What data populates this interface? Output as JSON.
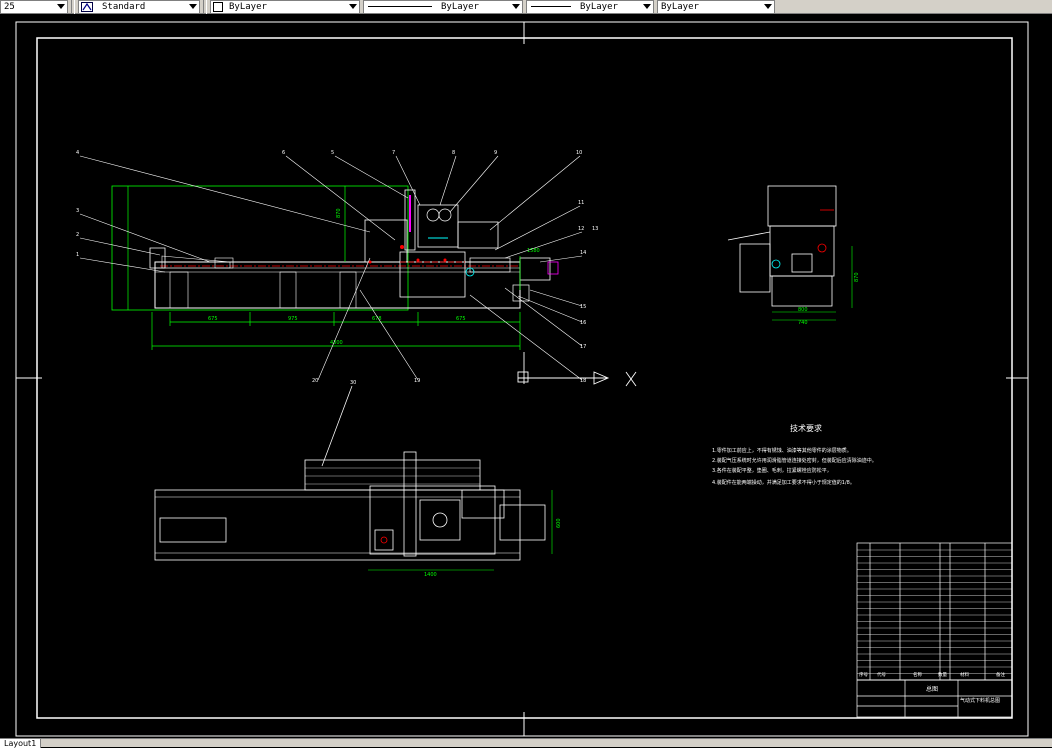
{
  "toolbar": {
    "scale_value": "25",
    "text_style": "Standard",
    "layer_color": "ByLayer",
    "linetype": "ByLayer",
    "lineweight": "ByLayer",
    "plot_style": "ByLayer"
  },
  "layout_tab": "Layout1",
  "drawing": {
    "balloons_top": [
      "4",
      "6",
      "5",
      "7",
      "8",
      "9",
      "10",
      "11",
      "12",
      "13"
    ],
    "balloons_left": [
      "3",
      "2",
      "1"
    ],
    "balloons_right": [
      "14",
      "15",
      "16",
      "17",
      "18"
    ],
    "balloons_bottom": [
      "20",
      "19"
    ],
    "balloon_plan": "30",
    "dim_segments": [
      "675",
      "975",
      "678",
      "675"
    ],
    "dim_total": "4300",
    "dim_side_width_1": "800",
    "dim_side_width_2": "740",
    "dim_side_height": "870",
    "dim_plan_length": "1400",
    "dim_plan_height": "600",
    "dim_front_height": "1580",
    "dim_vertical_small": "870"
  },
  "notes": {
    "title": "技术要求",
    "lines": [
      "1.零件加工前应上，不得有锈蚀、油漆等其他零件的涂层物质。",
      "2.装配气压系统时允许用润滑脂管道连接处密封，但装配后应清除油迹中。",
      "3.各件在装配平整，垫圈、毛刺，拉紧螺栓应防松平，",
      "4.装配件在能两端操动，并满足加工要求不得小于规定值的1/8。"
    ]
  },
  "title_block": {
    "header_cols": [
      "序号",
      "代号",
      "名称",
      "数量",
      "材料",
      "备注"
    ],
    "drawing_name": "气动式下料机总图",
    "assembly_label": "总图"
  },
  "colors": {
    "background": "#000000",
    "frame": "#ffffff",
    "dimension": "#00ff00",
    "centerline": "#ff0000",
    "highlight": "#ff00ff",
    "cyan": "#00ffff"
  }
}
